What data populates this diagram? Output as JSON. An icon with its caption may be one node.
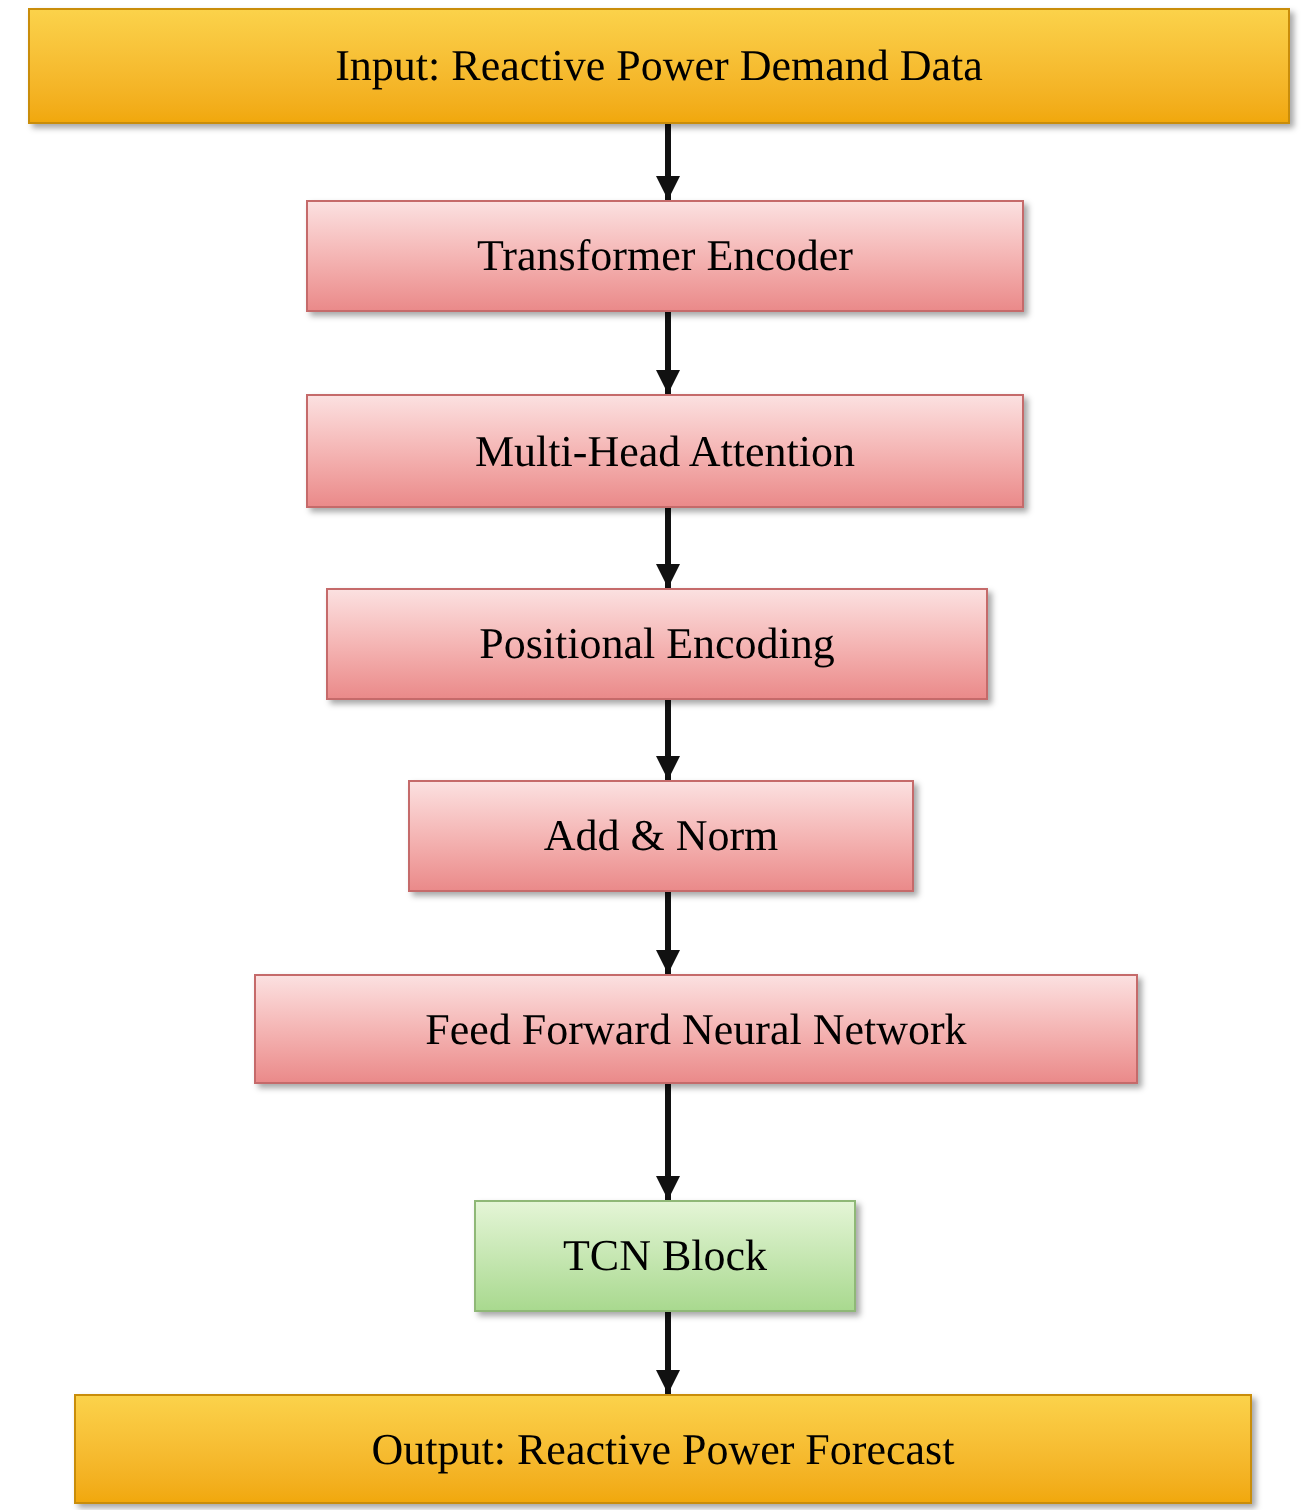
{
  "diagram": {
    "nodes": [
      {
        "text": [
          "Input: Reactive Power Demand Data"
        ]
      },
      {
        "text": [
          "Transformer Encoder"
        ]
      },
      {
        "text": [
          "Multi-Head Attention"
        ]
      },
      {
        "text": [
          "Positional Encoding"
        ]
      },
      {
        "text": [
          "Add & Norm"
        ]
      },
      {
        "text": [
          "Feed Forward Neural Network"
        ]
      },
      {
        "text": [
          "TCN Block"
        ]
      },
      {
        "text": [
          "Output: Reactive Power Forecast"
        ]
      }
    ],
    "edges": [
      {
        "from": 0,
        "to": 1,
        "arrow": "to"
      },
      {
        "from": 1,
        "to": 2,
        "arrow": "to"
      },
      {
        "from": 2,
        "to": 3,
        "arrow": "to"
      },
      {
        "from": 3,
        "to": 4,
        "arrow": "to"
      },
      {
        "from": 4,
        "to": 5,
        "arrow": "to"
      },
      {
        "from": 5,
        "to": 6,
        "arrow": "to"
      },
      {
        "from": 6,
        "to": 7,
        "arrow": "to"
      }
    ]
  }
}
